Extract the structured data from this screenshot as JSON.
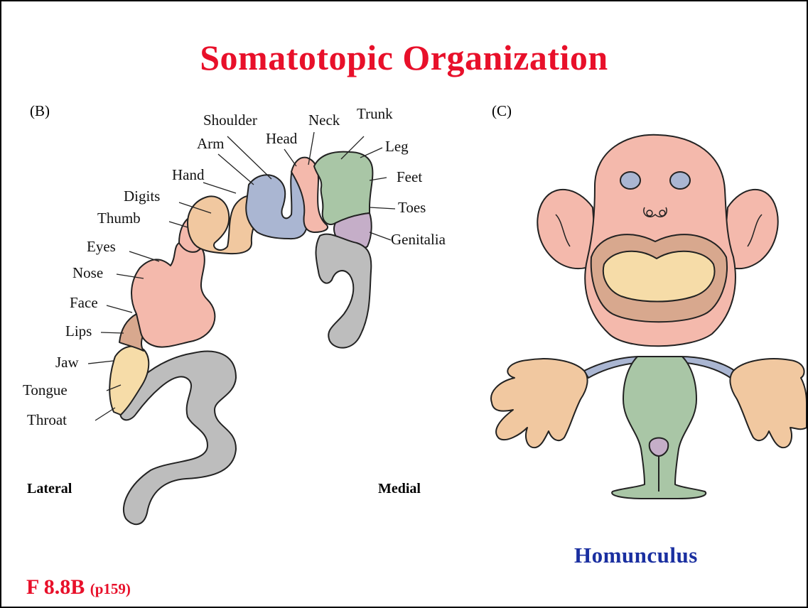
{
  "title": "Somatotopic Organization",
  "panel_b": {
    "letter": "(B)",
    "lateral": "Lateral",
    "medial": "Medial",
    "labels": {
      "shoulder": "Shoulder",
      "neck": "Neck",
      "trunk": "Trunk",
      "head": "Head",
      "arm": "Arm",
      "leg": "Leg",
      "hand": "Hand",
      "feet": "Feet",
      "digits": "Digits",
      "toes": "Toes",
      "thumb": "Thumb",
      "genitalia": "Genitalia",
      "eyes": "Eyes",
      "nose": "Nose",
      "face": "Face",
      "lips": "Lips",
      "jaw": "Jaw",
      "tongue": "Tongue",
      "throat": "Throat"
    }
  },
  "panel_c": {
    "letter": "(C)",
    "caption": "Homunculus"
  },
  "figure_ref": {
    "main": "F 8.8B",
    "page": "(p159)"
  },
  "colors": {
    "title": "#e8102a",
    "caption": "#1a2fa0",
    "face_pink": "#f4b9ac",
    "arm_blue": "#aab6d2",
    "hand_tan": "#f1c8a0",
    "trunk_green": "#a9c6a6",
    "genital_purple": "#c5aec8",
    "lips_brown": "#d8a88e",
    "tongue_yellow": "#f6dca8",
    "gray": "#bdbdbd"
  }
}
